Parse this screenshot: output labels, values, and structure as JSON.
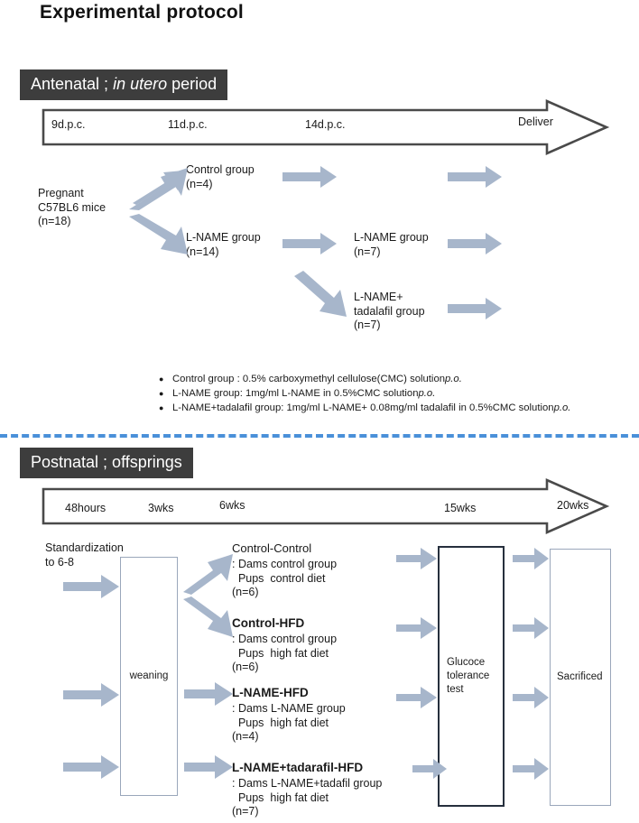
{
  "page": {
    "title": "Experimental protocol"
  },
  "antenatal": {
    "banner_prefix": "Antenatal ; ",
    "banner_italic": "in utero",
    "banner_suffix": " period",
    "timeline": {
      "ticks": [
        "9d.p.c.",
        "11d.p.c.",
        "14d.p.c.",
        "Deliver"
      ]
    },
    "nodes": {
      "source": "Pregnant\nC57BL6 mice\n(n=18)",
      "control": "Control group\n(n=4)",
      "lname14": "L-NAME group\n(n=14)",
      "lname7": "L-NAME group\n(n=7)",
      "lname_tad7": "L-NAME+\ntadalafil group\n(n=7)"
    },
    "bullets": [
      {
        "pre": "Control group : 0.5% carboxymethyl cellulose(CMC)  solution ",
        "ital": "p.o."
      },
      {
        "pre": "L-NAME group: 1mg/ml L-NAME in 0.5%CMC  solution ",
        "ital": "p.o."
      },
      {
        "pre": "L-NAME+tadalafil group: 1mg/ml L-NAME+ 0.08mg/ml tadalafil in 0.5%CMC solution ",
        "ital": "p.o."
      }
    ]
  },
  "postnatal": {
    "banner": "Postnatal ; offsprings",
    "timeline": {
      "ticks": [
        "48hours",
        "3wks",
        "6wks",
        "15wks",
        "20wks"
      ]
    },
    "standardization": "Standardization\nto 6-8",
    "weaning_label": "weaning",
    "groups": [
      {
        "title": "Control-Control",
        "bold": false,
        "lines": ": Dams control group\n  Pups  control diet\n(n=6)"
      },
      {
        "title": "Control-HFD",
        "bold": true,
        "lines": ": Dams control group\n  Pups  high fat diet\n(n=6)"
      },
      {
        "title": "L-NAME-HFD",
        "bold": true,
        "lines": ": Dams L-NAME group\n  Pups  high fat diet\n(n=4)"
      },
      {
        "title": "L-NAME+tadarafil-HFD",
        "bold": true,
        "lines": ": Dams L-NAME+tadafil group\n  Pups  high fat diet\n(n=7)"
      }
    ],
    "gtt_box_label": "Glucoce\ntolerance\ntest",
    "sacrificed_box_label": "Sacrificed"
  },
  "colors": {
    "arrow_fill": "#a7b6cb",
    "banner_bg": "#3d3d3d",
    "divider": "#4a90d9",
    "timeline_stroke": "#4a4a4a",
    "gtt_border": "#262f3d",
    "light_border": "#9aa7bb"
  }
}
